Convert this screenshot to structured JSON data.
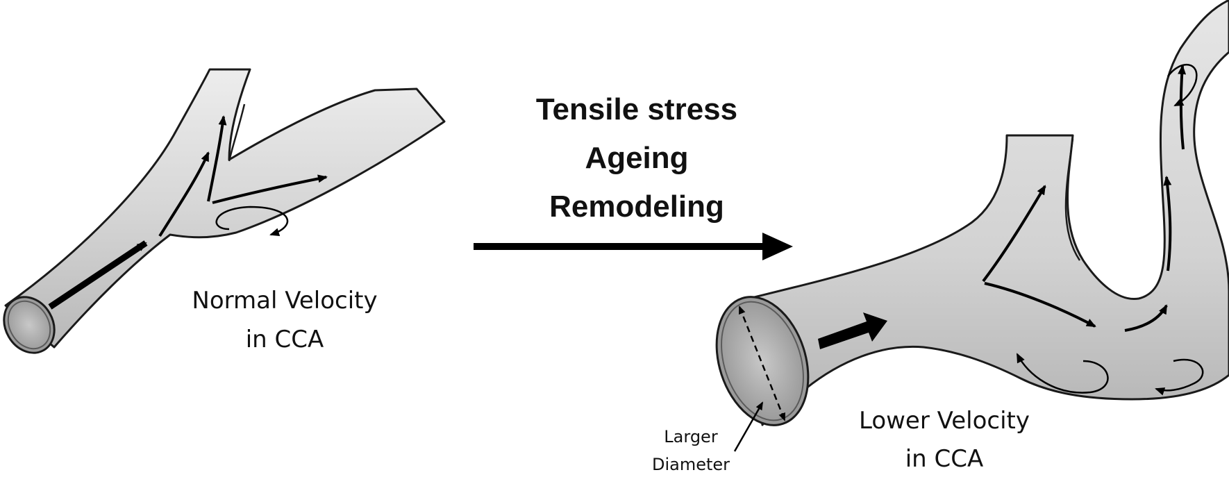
{
  "process_labels": [
    "Tensile stress",
    "Ageing",
    "Remodeling"
  ],
  "left_vessel": {
    "label_lines": [
      "Normal Velocity",
      "in CCA"
    ]
  },
  "right_vessel": {
    "label_lines": [
      "Lower Velocity",
      "in CCA"
    ],
    "diameter_label_lines": [
      "Larger",
      "Diameter"
    ]
  },
  "colors": {
    "vessel_fill": "#d9d9d9",
    "vessel_edge": "#1a1a1a",
    "lumen_fill": "#a8a8a8",
    "arrow": "#000000",
    "background": "#ffffff"
  }
}
